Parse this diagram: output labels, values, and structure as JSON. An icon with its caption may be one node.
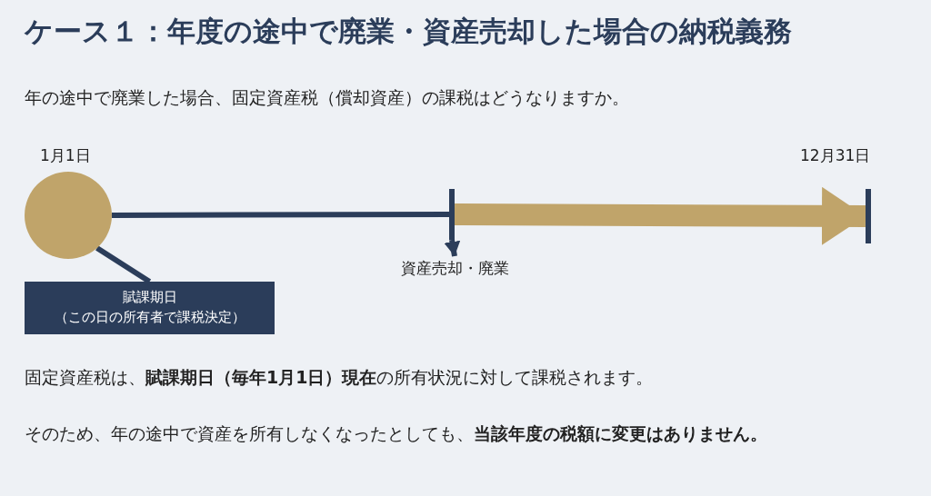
{
  "diagram": {
    "title": "ケース１：年度の途中で廃業・資産売却した場合の納税義務",
    "nodes": [
      {
        "text": [],
        "shape": "circle",
        "beside": [
          "1月1日"
        ]
      },
      {
        "text": [
          "賦課期日",
          "（この日の所有者で課税決定）"
        ]
      },
      {
        "text": [],
        "shape": "bar"
      },
      {
        "text": [
          "資産売却・廃業"
        ]
      },
      {
        "text": [],
        "shape": "bar",
        "beside": [
          "12月31日"
        ]
      }
    ],
    "edges": [
      {
        "from": 0,
        "to": 1,
        "arrow": "none"
      },
      {
        "from": 0,
        "to": 2,
        "arrow": "none"
      },
      {
        "from": 2,
        "to": 3,
        "arrow": "to"
      },
      {
        "from": 2,
        "to": 4,
        "arrow": "to",
        "style": "thick",
        "color": "#c0a46a"
      }
    ],
    "labels": [
      "年の途中で廃業した場合、固定資産税（償却資産）の課税はどうなりますか。",
      "固定資産税は、**賦課期日（毎年1月1日）現在**の所有状況に対して課税されます。",
      "そのため、年の途中で資産を所有しなくなったとしても、**当該年度の税額に変更はありません。**"
    ]
  }
}
